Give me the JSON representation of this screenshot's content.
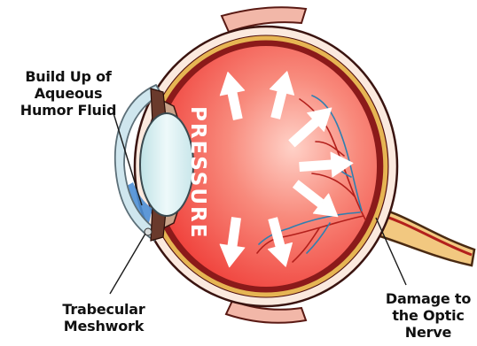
{
  "labels": {
    "fluid": "Build Up of\nAqueous\nHumor Fluid",
    "meshwork": "Trabecular\nMeshwork",
    "nerve": "Damage to\nthe Optic\nNerve",
    "pressure": "PRESSURE"
  },
  "colors": {
    "vitreous": "#f0433d",
    "vitreous_highlight": "#ffd2c8",
    "sclera": "#fbe9de",
    "choroid": "#8b1a1a",
    "retina": "#e6b553",
    "optic_nerve": "#f2c880",
    "lens": "#d6eef0",
    "cornea": "#cfe6ee",
    "aqueous_fluid": "#4d8fd6",
    "arrow": "#ffffff",
    "vessel_red": "#b3201c",
    "vessel_blue": "#2f7fb0",
    "text": "#111111"
  }
}
